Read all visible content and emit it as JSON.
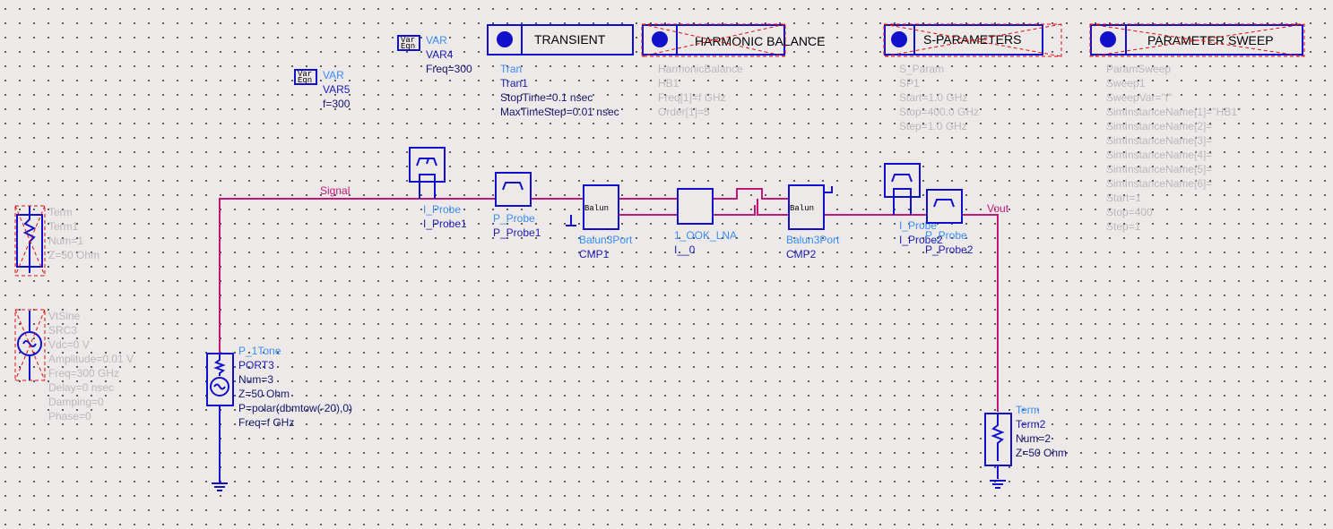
{
  "colors": {
    "wire": "#c0177a",
    "component": "#1010cc",
    "deactivated": "#e01010"
  },
  "var4": {
    "icon": "Var Eqn",
    "type": "VAR",
    "name": "VAR4",
    "params": [
      "Freq=300"
    ]
  },
  "var5": {
    "icon": "Var Eqn",
    "type": "VAR",
    "name": "VAR5",
    "params": [
      "f=300"
    ]
  },
  "transient": {
    "title": "TRANSIENT",
    "type": "Tran",
    "name": "Tran1",
    "params": [
      "StopTime=0.1 nsec",
      "MaxTimeStep=0.01 nsec"
    ]
  },
  "hb": {
    "title": "HARMONIC BALANCE",
    "type": "HarmonicBalance",
    "name": "HB1",
    "params": [
      "Freq[1]=f GHz",
      "Order[1]=5"
    ],
    "deactivated": true
  },
  "sp": {
    "title": "S-PARAMETERS",
    "type": "S_Param",
    "name": "SP1",
    "params": [
      "Start=1.0 GHz",
      "Stop=400.0 GHz",
      "Step=1.0 GHz"
    ],
    "deactivated": true
  },
  "sweep": {
    "title": "PARAMETER SWEEP",
    "type": "ParamSweep",
    "name": "Sweep1",
    "params": [
      "SweepVar=\"f\"",
      "SimInstanceName[1]=\"HB1\"",
      "SimInstanceName[2]=",
      "SimInstanceName[3]=",
      "SimInstanceName[4]=",
      "SimInstanceName[5]=",
      "SimInstanceName[6]=",
      "Start=1",
      "Stop=400",
      "Step=1"
    ],
    "deactivated": true
  },
  "term1": {
    "type": "Term",
    "name": "Term1",
    "params": [
      "Num=1",
      "Z=50 Ohm"
    ],
    "deactivated": true
  },
  "vtsine": {
    "type": "VtSine",
    "name": "SRC3",
    "params": [
      "Vdc=0 V",
      "Amplitude=0.01 V",
      "Freq=300 GHz",
      "Delay=0 nsec",
      "Damping=0",
      "Phase=0"
    ],
    "deactivated": true
  },
  "port": {
    "type": "P_1Tone",
    "name": "PORT3",
    "params": [
      "Num=3",
      "Z=50 Ohm",
      "P=polar(dbmtow(-20),0)",
      "Freq=f GHz"
    ]
  },
  "iprobe1": {
    "type": "I_Probe",
    "name": "I_Probe1"
  },
  "pprobe1": {
    "type": "P_Probe",
    "name": "P_Probe1"
  },
  "cmp1": {
    "type": "Balun3Port",
    "name": "CMP1",
    "label": "Balun"
  },
  "lna": {
    "type": "1_OOK_LNA",
    "name": "I__0"
  },
  "cmp2": {
    "type": "Balun3Port",
    "name": "CMP2",
    "label": "Balun"
  },
  "iprobe2": {
    "type": "I_Probe",
    "name": "I_Probe2"
  },
  "pprobe2": {
    "type": "P_Probe",
    "name": "P_Probe2"
  },
  "term2": {
    "type": "Term",
    "name": "Term2",
    "params": [
      "Num=2",
      "Z=50 Ohm"
    ]
  },
  "nets": {
    "signal": "Signal",
    "vout": "Vout"
  }
}
